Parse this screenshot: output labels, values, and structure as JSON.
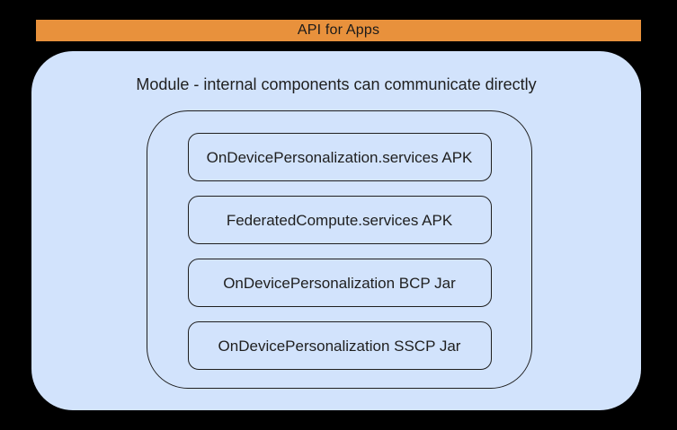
{
  "banner": {
    "label": "API for Apps"
  },
  "module": {
    "title": "Module - internal components can communicate directly",
    "components": [
      {
        "label": "OnDevicePersonalization.services APK"
      },
      {
        "label": "FederatedCompute.services APK"
      },
      {
        "label": "OnDevicePersonalization BCP Jar"
      },
      {
        "label": "OnDevicePersonalization SSCP Jar"
      }
    ]
  },
  "colors": {
    "page_background": "#000000",
    "banner_background": "#E8913C",
    "module_background": "#D2E3FC",
    "outline": "#1F1F1F",
    "text": "#1F1F1F"
  }
}
